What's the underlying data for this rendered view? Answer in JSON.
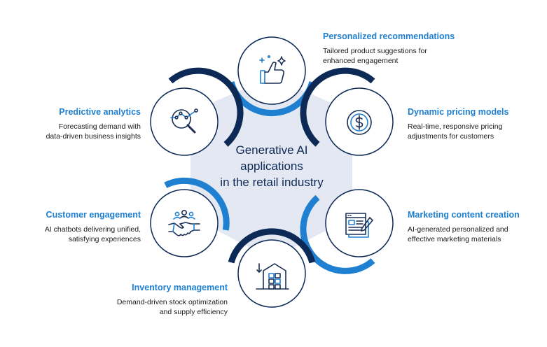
{
  "center": {
    "lines": [
      "Generative AI",
      "applications",
      "in the retail industry"
    ]
  },
  "colors": {
    "navy": "#0d2a56",
    "blue": "#1f7fd0",
    "hub": "#e4e8f2",
    "icon": "#1b2f57",
    "text": "#1a1a1a"
  },
  "items": [
    {
      "title": "Personalized recommendations",
      "desc": [
        "Tailored product suggestions for",
        "enhanced engagement"
      ],
      "icon": "thumbs-up-sparkle-icon"
    },
    {
      "title": "Dynamic pricing models",
      "desc": [
        "Real-time, responsive pricing",
        "adjustments for customers"
      ],
      "icon": "dollar-coin-icon"
    },
    {
      "title": "Marketing content creation",
      "desc": [
        "AI-generated personalized and",
        "effective marketing materials"
      ],
      "icon": "document-pen-icon"
    },
    {
      "title": "Inventory management",
      "desc": [
        "Demand-driven stock optimization",
        "and supply efficiency"
      ],
      "icon": "warehouse-boxes-icon"
    },
    {
      "title": "Customer engagement",
      "desc": [
        "AI chatbots delivering unified,",
        "satisfying experiences"
      ],
      "icon": "handshake-people-icon"
    },
    {
      "title": "Predictive analytics",
      "desc": [
        "Forecasting demand with",
        "data-driven business insights"
      ],
      "icon": "magnifier-analytics-icon"
    }
  ]
}
